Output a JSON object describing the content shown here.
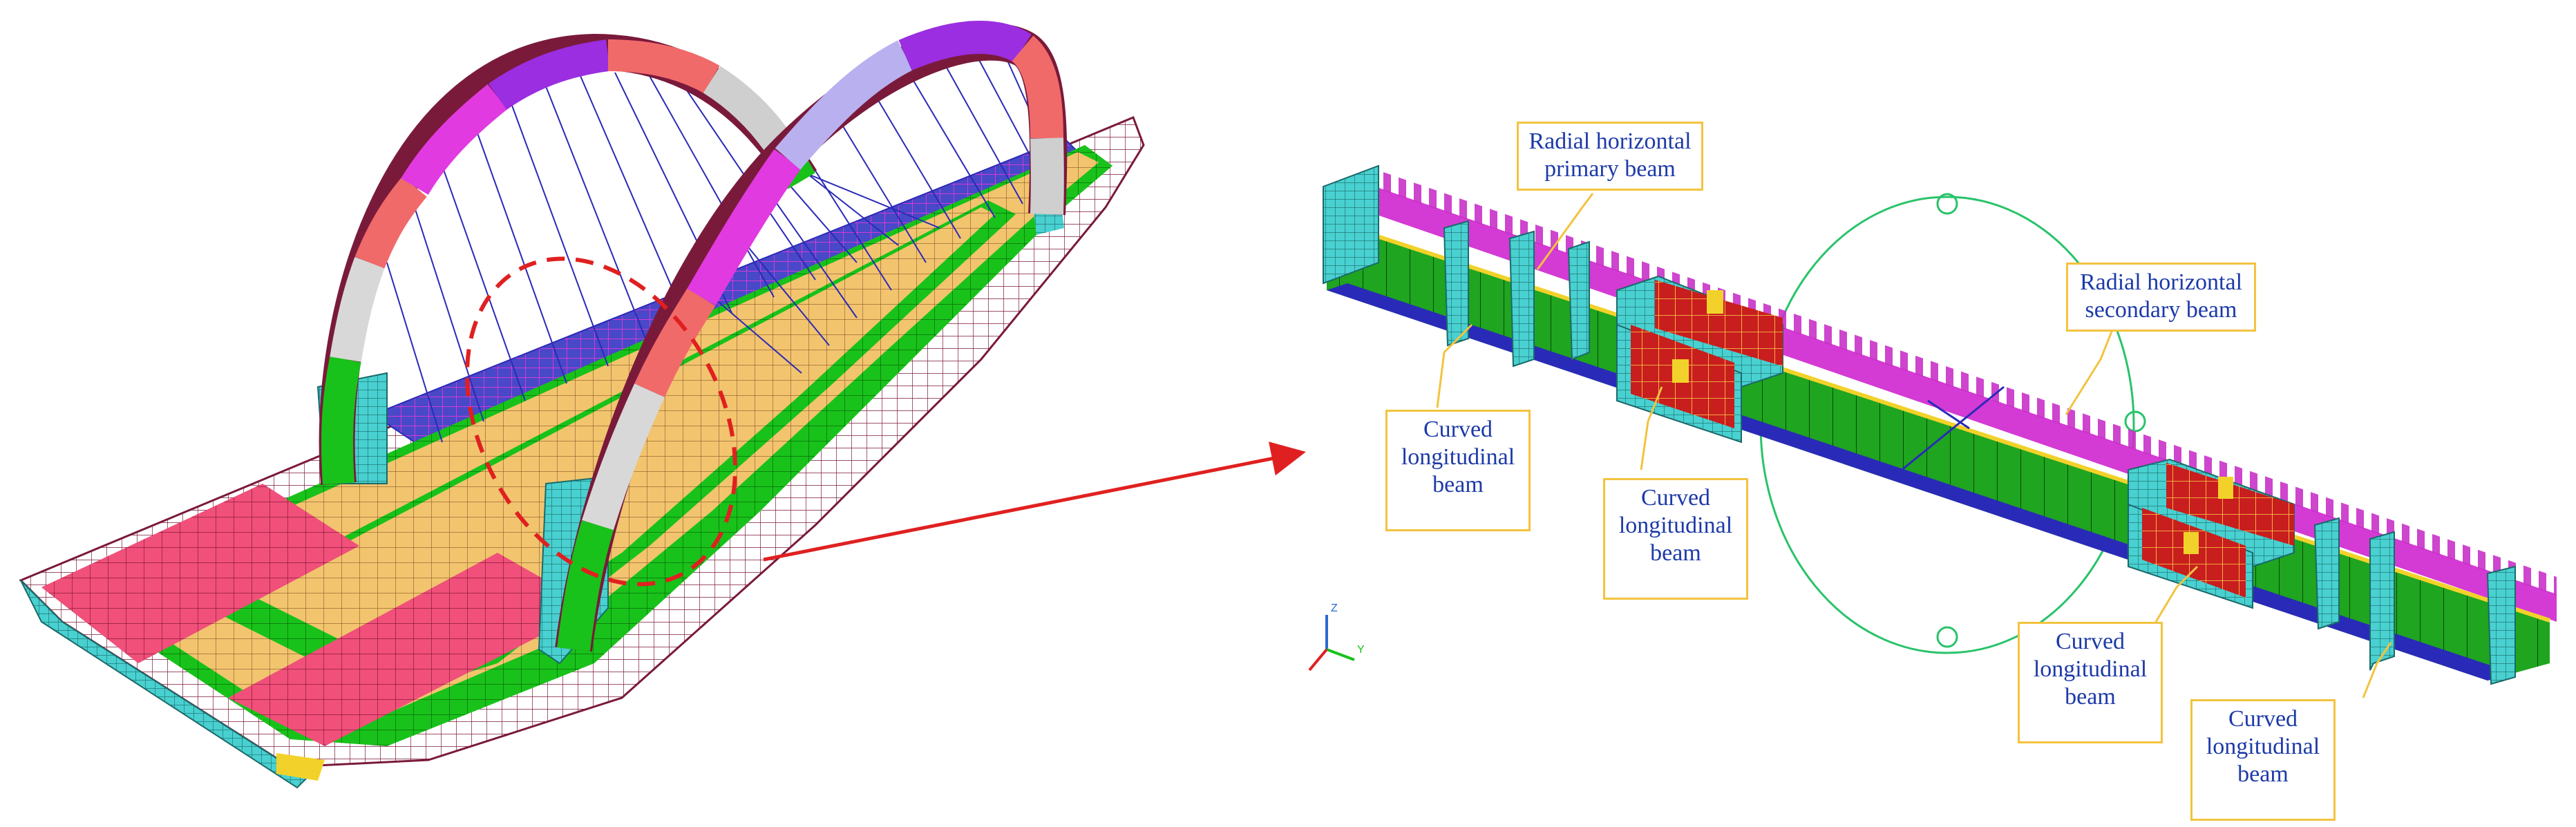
{
  "colors": {
    "callout_border": "#f3c33f",
    "callout_text": "#1d3aa8",
    "arrow": "#e02020",
    "deck_yellow": "#f2c46e",
    "deck_green": "#18c21a",
    "deck_pink": "#f0507a",
    "deck_magenta": "#d43ad4",
    "deck_red": "#c81e1e",
    "deck_cyan": "#35c6c6",
    "deck_blue": "#2a2ab8",
    "arch_purple": "#9a2ee0",
    "arch_lavender": "#b9b0f0",
    "arch_salmon": "#f06a6a",
    "arch_gray": "#cfcfcf",
    "ring_green": "#29c36a"
  },
  "labels": {
    "radial_primary": [
      "Radial horizontal",
      "primary beam"
    ],
    "radial_secondary": [
      "Radial horizontal",
      "secondary beam"
    ],
    "curved_longitudinal": [
      "Curved",
      "longitudinal",
      "beam"
    ]
  },
  "axes": {
    "z": "Z",
    "y": "Y"
  }
}
